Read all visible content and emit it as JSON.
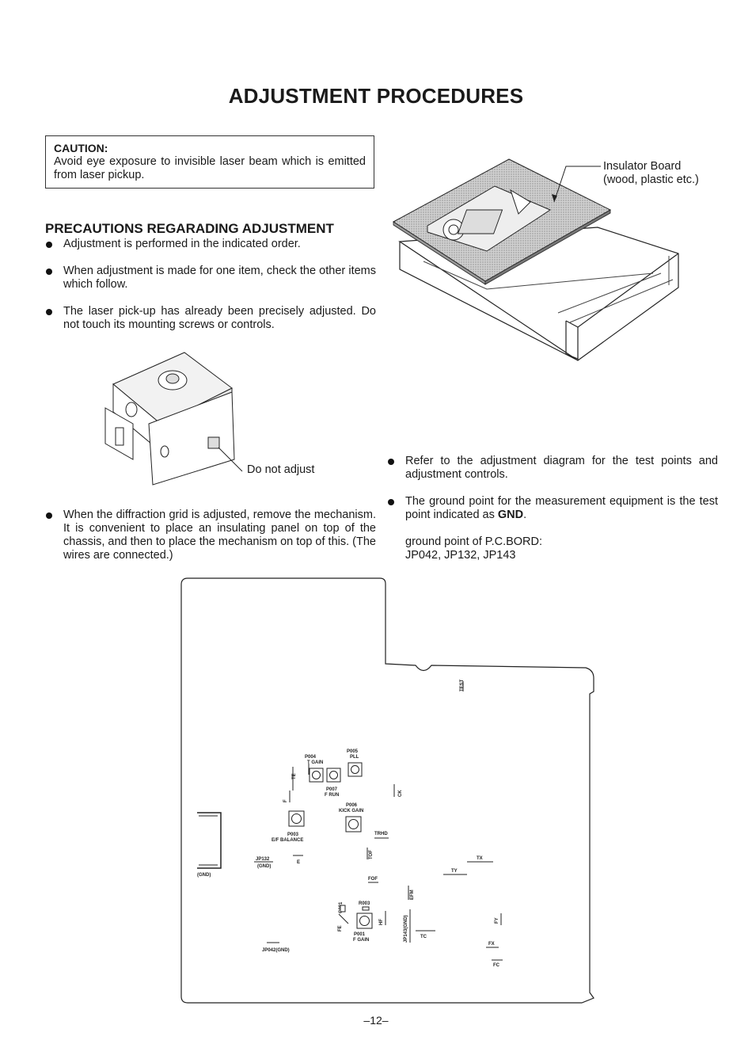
{
  "title": "ADJUSTMENT PROCEDURES",
  "caution": {
    "heading": "CAUTION:",
    "body": "Avoid eye exposure to invisible laser beam which is emitted from laser pickup."
  },
  "insulator": {
    "line1": "Insulator Board",
    "line2": "(wood, plastic etc.)"
  },
  "precautions": {
    "heading": "PRECAUTIONS REGARADING ADJUSTMENT",
    "items": [
      "Adjustment is performed in the indicated order.",
      "When adjustment is made for one item, check the other items which follow.",
      "The laser pick-up has already been precisely adjusted. Do not touch its mounting screws or controls."
    ]
  },
  "do_not_adjust": "Do not adjust",
  "diffraction": "When the diffraction grid is adjusted, remove the mechanism. It is convenient to place an insulating panel on top of the chassis, and then to place the mechanism on top of this. (The wires are connected.)",
  "right_items": {
    "refer": "Refer to the adjustment diagram for the test points and adjustment controls.",
    "ground_prefix": "The ground point for the measurement equipment is the test point indicated as ",
    "ground_bold": "GND",
    "ground_suffix": ".",
    "gp_line1": "ground point of P.C.BORD:",
    "gp_line2": "JP042, JP132, JP143"
  },
  "board": {
    "test": "TEST",
    "p005": "P005",
    "pll": "PLL",
    "p004": "P004",
    "tgain": "T GAIN",
    "te": "TE",
    "f": "F",
    "p007": "P007",
    "frun": "F RUN",
    "ck": "CK",
    "p006": "P006",
    "kickgain": "KICK GAIN",
    "p003": "P003",
    "efbalance": "E/F BALANCE",
    "trhd": "TRHD",
    "jp132": "JP132",
    "gnd1": "(GND)",
    "e": "E",
    "gnd2": "(GND)",
    "tof": "TOF",
    "tx": "TX",
    "ty": "TY",
    "fof": "FOF",
    "efm": "EFM",
    "c001": "C001",
    "r003": "R003",
    "fe": "FE",
    "hf": "HF",
    "jp143": "JP143(GND)",
    "fy": "FY",
    "p001": "P001",
    "fgain": "F GAIN",
    "tc": "TC",
    "fx": "FX",
    "jp042": "JP042(GND)",
    "fc": "FC"
  },
  "page_number": "–12–"
}
